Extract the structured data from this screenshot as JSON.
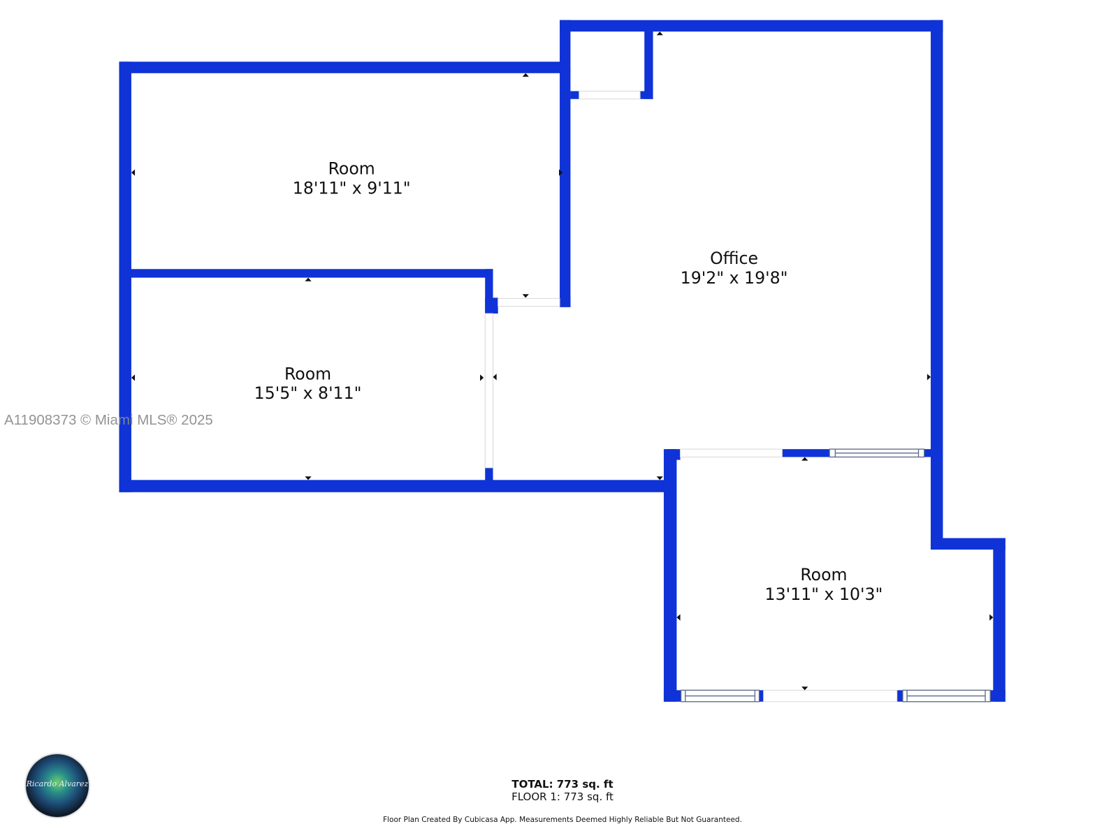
{
  "watermark": "A11908373 © Miami MLS® 2025",
  "rooms": [
    {
      "name": "Room",
      "dimensions": "18'11\" x 9'11\""
    },
    {
      "name": "Room",
      "dimensions": "15'5\" x 8'11\""
    },
    {
      "name": "Office",
      "dimensions": "19'2\" x 19'8\""
    },
    {
      "name": "Room",
      "dimensions": "13'11\" x 10'3\""
    }
  ],
  "totals": {
    "total": "TOTAL: 773 sq. ft",
    "floor": "FLOOR 1: 773 sq. ft"
  },
  "disclaimer": "Floor Plan Created By Cubicasa App. Measurements Deemed Highly Reliable But Not Guaranteed.",
  "logo": {
    "signature": "Ricardo Alvarez"
  },
  "colors": {
    "wall": "#0f33d6",
    "window": "#5a6a8a",
    "background": "#ffffff",
    "text": "#111111"
  }
}
